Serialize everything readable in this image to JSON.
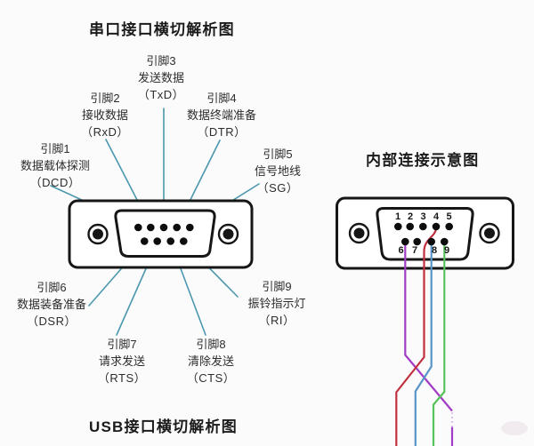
{
  "titles": {
    "serial_section": "串口接口横切解析图",
    "internal_section": "内部连接示意图",
    "usb_section": "USB接口横切解析图"
  },
  "serial_pins": [
    {
      "name": "引脚1",
      "desc": "数据载体探测",
      "abbr": "（DCD）"
    },
    {
      "name": "引脚2",
      "desc": "接收数据",
      "abbr": "（RxD）"
    },
    {
      "name": "引脚3",
      "desc": "发送数据",
      "abbr": "（TxD）"
    },
    {
      "name": "引脚4",
      "desc": "数据终端准备",
      "abbr": "（DTR）"
    },
    {
      "name": "引脚5",
      "desc": "信号地线",
      "abbr": "（SG）"
    },
    {
      "name": "引脚6",
      "desc": "数据装备准备",
      "abbr": "（DSR）"
    },
    {
      "name": "引脚7",
      "desc": "请求发送",
      "abbr": "（RTS）"
    },
    {
      "name": "引脚8",
      "desc": "清除发送",
      "abbr": "（CTS）"
    },
    {
      "name": "引脚9",
      "desc": "振铃指示灯",
      "abbr": "（RI）"
    }
  ],
  "right_connector": {
    "top_numbers": [
      "1",
      "2",
      "3",
      "4",
      "5"
    ],
    "bottom_numbers": [
      "6",
      "7",
      "8",
      "9"
    ]
  },
  "colors": {
    "pointer_line": "#4b98ae",
    "connector_stroke": "#161616",
    "wire_purple": "#a23cc6",
    "wire_red": "#c22f3e",
    "wire_blue": "#5795c9",
    "wire_green": "#58c25c"
  }
}
